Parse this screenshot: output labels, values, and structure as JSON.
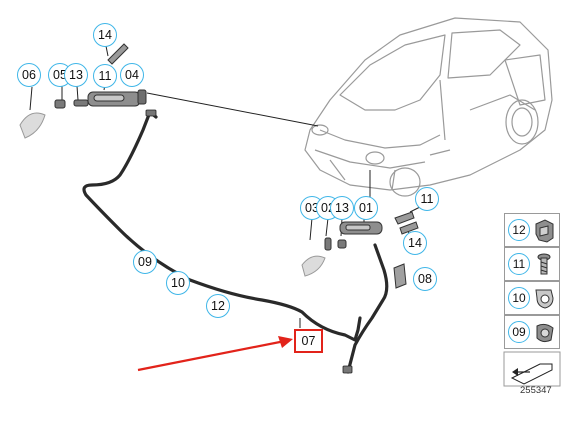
{
  "callouts": [
    {
      "id": "c14a",
      "label": "14"
    },
    {
      "id": "c06",
      "label": "06"
    },
    {
      "id": "c05",
      "label": "05"
    },
    {
      "id": "c13a",
      "label": "13"
    },
    {
      "id": "c11a",
      "label": "11"
    },
    {
      "id": "c04",
      "label": "04"
    },
    {
      "id": "c03",
      "label": "03"
    },
    {
      "id": "c02",
      "label": "02"
    },
    {
      "id": "c13b",
      "label": "13"
    },
    {
      "id": "c01",
      "label": "01"
    },
    {
      "id": "c11b",
      "label": "11"
    },
    {
      "id": "c14b",
      "label": "14"
    },
    {
      "id": "c08",
      "label": "08"
    },
    {
      "id": "c09",
      "label": "09"
    },
    {
      "id": "c10",
      "label": "10"
    },
    {
      "id": "c12",
      "label": "12"
    }
  ],
  "highlighted_callout": {
    "label": "07"
  },
  "legend": [
    {
      "label": "12",
      "icon": "clip-icon"
    },
    {
      "label": "11",
      "icon": "screw-icon"
    },
    {
      "label": "10",
      "icon": "bracket-icon"
    },
    {
      "label": "09",
      "icon": "hose-clip-icon"
    }
  ],
  "reference_number": "255347",
  "colors": {
    "callout_border": "#3fb6e8",
    "highlight": "#e2231a",
    "line": "#1a1a1a"
  }
}
